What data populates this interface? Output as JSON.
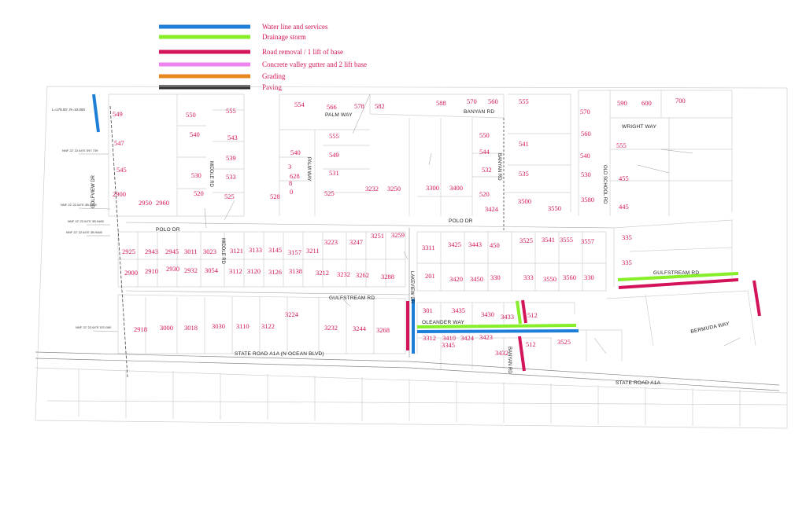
{
  "legend": [
    {
      "label": "Water line and services",
      "color": "#1e7fd8"
    },
    {
      "label": "Drainage storm",
      "color": "#86ef2a"
    },
    {
      "label": "Road removal / 1 lift of base",
      "color": "#d4145a"
    },
    {
      "label": "Concrete valley gutter and 2 lift base",
      "color": "#ee82ee"
    },
    {
      "label": "Grading",
      "color": "#e8871e"
    },
    {
      "label": "Paving",
      "color": "#2b2b2b"
    }
  ],
  "roads": {
    "palm_way": "PALM WAY",
    "banyan_rd_top": "BANYAN RD",
    "wright_way": "WRIGHT WAY",
    "middle_rd_top": "MIDDLE RD",
    "palm_way_v": "PALM WAY",
    "banyan_rd_v": "BANYAN RD",
    "old_school_rd": "OLD SCHOOL RD",
    "golfview_dr": "GOLFVIEW DR",
    "polo_dr_left": "POLO DR",
    "polo_dr_right": "POLO DR",
    "middle_rd_bottom": "MIDDLE RD",
    "lakeview_dr": "LAKEVIEW DR",
    "gulfstream_rd_mid": "GULFSTREAM RD",
    "gulfstream_rd_right": "GULFSTREAM RD",
    "oleander_way": "OLEANDER WAY",
    "bermuda_way": "BERMUDA WAY",
    "banyan_rd_bottom": "BANYAN RD",
    "state_road_left": "STATE ROAD A1A   (N OCEAN BLVD)",
    "state_road_right": "STATE ROAD A1A"
  },
  "lots": [
    {
      "n": "549"
    },
    {
      "n": "547"
    },
    {
      "n": "545"
    },
    {
      "n": "550"
    },
    {
      "n": "555"
    },
    {
      "n": "540"
    },
    {
      "n": "543"
    },
    {
      "n": "539"
    },
    {
      "n": "530"
    },
    {
      "n": "533"
    },
    {
      "n": "554"
    },
    {
      "n": "566"
    },
    {
      "n": "578"
    },
    {
      "n": "582"
    },
    {
      "n": "555"
    },
    {
      "n": "549"
    },
    {
      "n": "531"
    },
    {
      "n": "540"
    },
    {
      "n": "3"
    },
    {
      "n": "628"
    },
    {
      "n": "8"
    },
    {
      "n": "0"
    },
    {
      "n": "525"
    },
    {
      "n": "3232"
    },
    {
      "n": "3250"
    },
    {
      "n": "588"
    },
    {
      "n": "570"
    },
    {
      "n": "560"
    },
    {
      "n": "555"
    },
    {
      "n": "550"
    },
    {
      "n": "544"
    },
    {
      "n": "532"
    },
    {
      "n": "541"
    },
    {
      "n": "535"
    },
    {
      "n": "520"
    },
    {
      "n": "3300"
    },
    {
      "n": "3400"
    },
    {
      "n": "3424"
    },
    {
      "n": "3500"
    },
    {
      "n": "3550"
    },
    {
      "n": "570"
    },
    {
      "n": "590"
    },
    {
      "n": "600"
    },
    {
      "n": "700"
    },
    {
      "n": "560"
    },
    {
      "n": "555"
    },
    {
      "n": "540"
    },
    {
      "n": "530"
    },
    {
      "n": "455"
    },
    {
      "n": "3580"
    },
    {
      "n": "445"
    },
    {
      "n": "2900"
    },
    {
      "n": "2950"
    },
    {
      "n": "2960"
    },
    {
      "n": "520"
    },
    {
      "n": "525"
    },
    {
      "n": "528"
    },
    {
      "n": "2925"
    },
    {
      "n": "2943"
    },
    {
      "n": "2945"
    },
    {
      "n": "3011"
    },
    {
      "n": "3023"
    },
    {
      "n": "3121"
    },
    {
      "n": "3133"
    },
    {
      "n": "3145"
    },
    {
      "n": "3157"
    },
    {
      "n": "3211"
    },
    {
      "n": "3223"
    },
    {
      "n": "3247"
    },
    {
      "n": "3251"
    },
    {
      "n": "3259"
    },
    {
      "n": "3311"
    },
    {
      "n": "3425"
    },
    {
      "n": "3443"
    },
    {
      "n": "450"
    },
    {
      "n": "3525"
    },
    {
      "n": "3541"
    },
    {
      "n": "3555"
    },
    {
      "n": "3557"
    },
    {
      "n": "335"
    },
    {
      "n": "2900"
    },
    {
      "n": "2910"
    },
    {
      "n": "2930"
    },
    {
      "n": "2932"
    },
    {
      "n": "3054"
    },
    {
      "n": "3112"
    },
    {
      "n": "3120"
    },
    {
      "n": "3126"
    },
    {
      "n": "3138"
    },
    {
      "n": "3212"
    },
    {
      "n": "3232"
    },
    {
      "n": "3262"
    },
    {
      "n": "3288"
    },
    {
      "n": "201"
    },
    {
      "n": "3420"
    },
    {
      "n": "3450"
    },
    {
      "n": "330"
    },
    {
      "n": "333"
    },
    {
      "n": "3550"
    },
    {
      "n": "3560"
    },
    {
      "n": "330"
    },
    {
      "n": "335"
    },
    {
      "n": "301"
    },
    {
      "n": "3435"
    },
    {
      "n": "3430"
    },
    {
      "n": "3433"
    },
    {
      "n": "512"
    },
    {
      "n": "2918"
    },
    {
      "n": "3000"
    },
    {
      "n": "3018"
    },
    {
      "n": "3030"
    },
    {
      "n": "3110"
    },
    {
      "n": "3122"
    },
    {
      "n": "3224"
    },
    {
      "n": "3232"
    },
    {
      "n": "3244"
    },
    {
      "n": "3268"
    },
    {
      "n": "3312"
    },
    {
      "n": "3410"
    },
    {
      "n": "3424"
    },
    {
      "n": "3423"
    },
    {
      "n": "3345"
    },
    {
      "n": "3432"
    },
    {
      "n": "512"
    },
    {
      "n": "3525"
    }
  ],
  "annotations": {
    "survey_top": "L=178.00', R=10.000",
    "g1": "NNF 22' 22.64\"E 597.739",
    "g2": "NNF 22' 22.64\"E 3B.9465",
    "g3": "NNF 22' 22.64\"E 3B.9465",
    "g4": "NNF 22' 22.64\"E 3B.9465",
    "g5": "NNF 22' 22.64\"E 570.080"
  }
}
